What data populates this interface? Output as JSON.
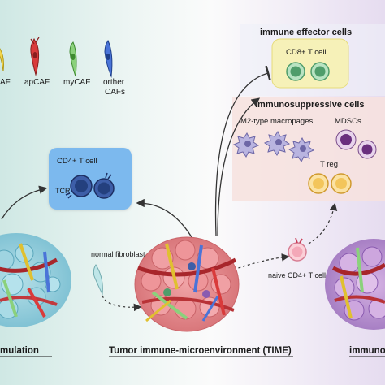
{
  "caf_types": [
    {
      "label": "AF"
    },
    {
      "label": "apCAF"
    },
    {
      "label": "myCAF"
    },
    {
      "label": "orther",
      "label2": "CAFs"
    }
  ],
  "left_panel": {
    "bottom_label": "mulation"
  },
  "cd4_box": {
    "title": "CD4+ T cell",
    "tcr": "TCR"
  },
  "immune_effector": {
    "title": "immune effector cells",
    "inner_title": "CD8+ T cell"
  },
  "immunosuppressive": {
    "title": "immunosuppressive cells",
    "m2": "M2-type macropages",
    "mdscs": "MDSCs",
    "treg": "T reg"
  },
  "center": {
    "normal_fibroblast": "normal fibroblast",
    "naive": "naive CD4+ T cell",
    "time_label": "Tumor immune-microenvironment (TIME)"
  },
  "right_panel": {
    "bottom_label": "immuno"
  },
  "colors": {
    "left_bg": "#d8ede8",
    "right_bg": "#ece4f2",
    "tumor": "#e58f92",
    "effector_bg": "#f6f1b8",
    "suppressive_bg": "#f7e6e2",
    "cd4_box": "#7cb9ee"
  }
}
